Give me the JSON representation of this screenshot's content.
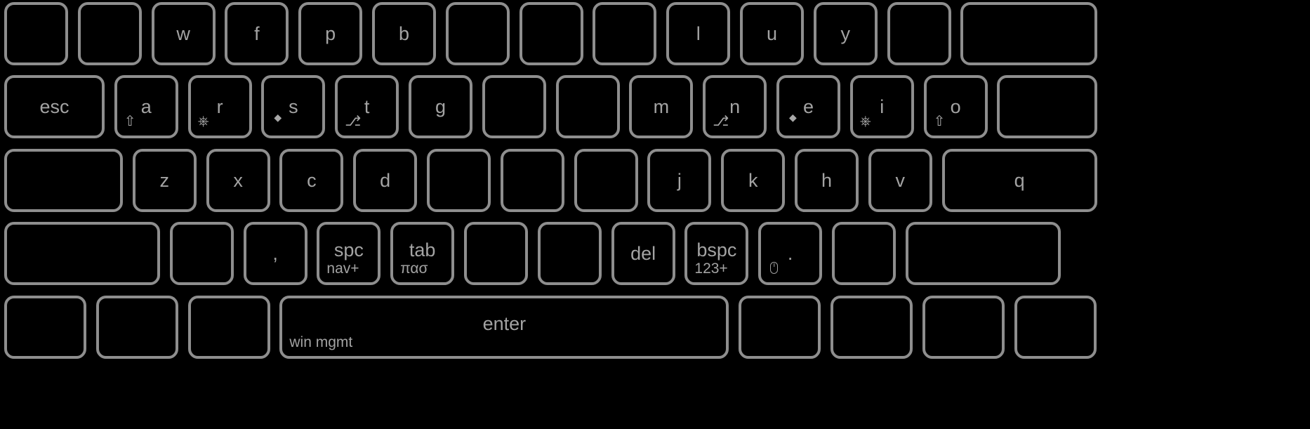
{
  "keyboard": {
    "colors": {
      "background": "#000000",
      "key_border": "#8e8e8e",
      "label": "#a3a3a3"
    },
    "rows": [
      {
        "keys": [
          {
            "label": ""
          },
          {
            "label": ""
          },
          {
            "label": "w"
          },
          {
            "label": "f"
          },
          {
            "label": "p"
          },
          {
            "label": "b"
          },
          {
            "label": ""
          },
          {
            "label": ""
          },
          {
            "label": ""
          },
          {
            "label": "l"
          },
          {
            "label": "u"
          },
          {
            "label": "y"
          },
          {
            "label": ""
          },
          {
            "label": ""
          }
        ]
      },
      {
        "keys": [
          {
            "label": "esc"
          },
          {
            "label": "a",
            "modifier": "⇧",
            "modifier_icon": "shift-icon"
          },
          {
            "label": "r",
            "modifier": "⎈",
            "modifier_icon": "control-icon"
          },
          {
            "label": "s",
            "modifier": "◆",
            "modifier_icon": "meta-icon"
          },
          {
            "label": "t",
            "modifier": "⎇",
            "modifier_icon": "alt-icon"
          },
          {
            "label": "g"
          },
          {
            "label": ""
          },
          {
            "label": ""
          },
          {
            "label": "m"
          },
          {
            "label": "n",
            "modifier": "⎇",
            "modifier_icon": "alt-icon"
          },
          {
            "label": "e",
            "modifier": "◆",
            "modifier_icon": "meta-icon"
          },
          {
            "label": "i",
            "modifier": "⎈",
            "modifier_icon": "control-icon"
          },
          {
            "label": "o",
            "modifier": "⇧",
            "modifier_icon": "shift-icon"
          },
          {
            "label": ""
          }
        ]
      },
      {
        "keys": [
          {
            "label": ""
          },
          {
            "label": "z"
          },
          {
            "label": "x"
          },
          {
            "label": "c"
          },
          {
            "label": "d"
          },
          {
            "label": ""
          },
          {
            "label": ""
          },
          {
            "label": ""
          },
          {
            "label": "j"
          },
          {
            "label": "k"
          },
          {
            "label": "h"
          },
          {
            "label": "v"
          },
          {
            "label": "q"
          }
        ]
      },
      {
        "keys": [
          {
            "label": ""
          },
          {
            "label": ""
          },
          {
            "label": ","
          },
          {
            "label": "spc",
            "sub": "nav+"
          },
          {
            "label": "tab",
            "sub": "πασ"
          },
          {
            "label": ""
          },
          {
            "label": ""
          },
          {
            "label": "del"
          },
          {
            "label": "bspc",
            "sub": "123+"
          },
          {
            "label": ".",
            "modifier_icon": "mouse-icon"
          },
          {
            "label": ""
          },
          {
            "label": ""
          }
        ]
      },
      {
        "keys": [
          {
            "label": ""
          },
          {
            "label": ""
          },
          {
            "label": ""
          },
          {
            "label": "enter",
            "sub": "win mgmt"
          },
          {
            "label": ""
          },
          {
            "label": ""
          },
          {
            "label": ""
          },
          {
            "label": ""
          }
        ]
      }
    ]
  }
}
